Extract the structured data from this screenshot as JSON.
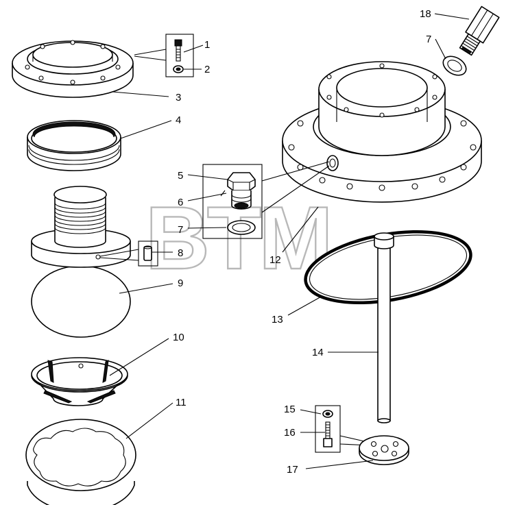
{
  "watermark": {
    "text": "BTM",
    "mark": "®"
  },
  "callouts": [
    "1",
    "2",
    "3",
    "4",
    "5",
    "6",
    "7",
    "8",
    "9",
    "10",
    "11",
    "12",
    "13",
    "14",
    "15",
    "16",
    "7",
    "17",
    "18"
  ]
}
